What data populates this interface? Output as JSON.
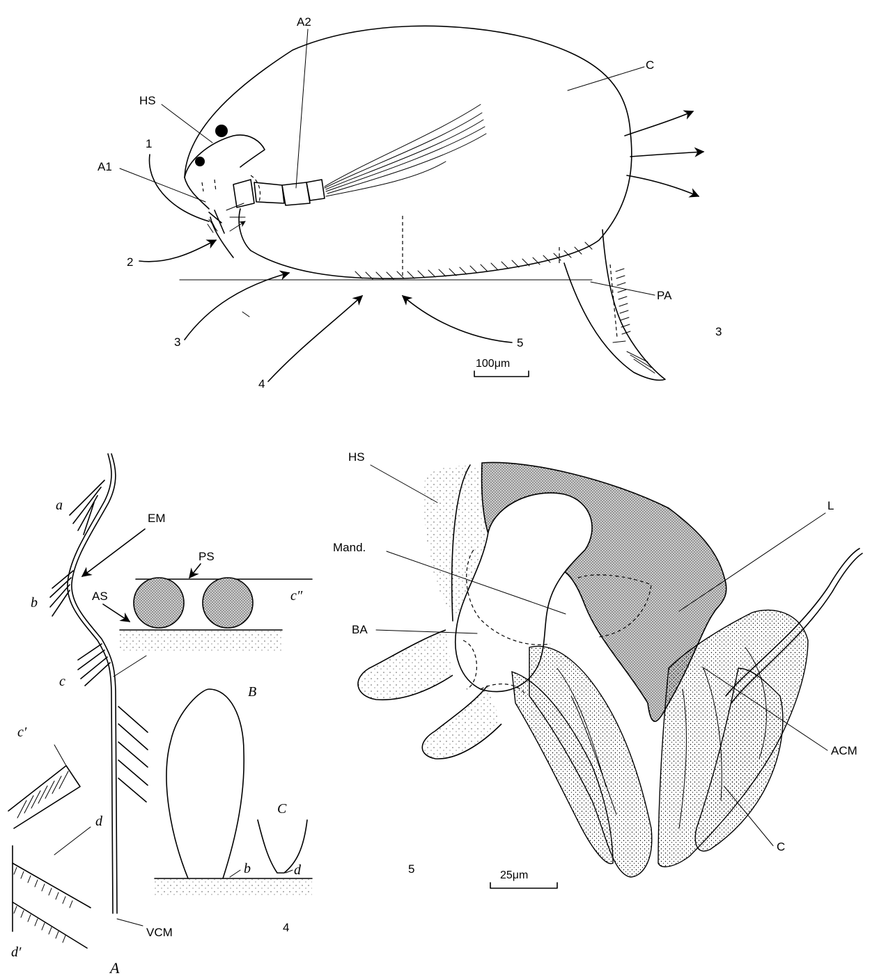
{
  "figure3": {
    "number": "3",
    "labels": {
      "hs": "HS",
      "a2": "A2",
      "c": "C",
      "one": "1",
      "a1": "A1",
      "two": "2",
      "three": "3",
      "four": "4",
      "five": "5",
      "pa": "PA"
    },
    "scale_bar": "100μm"
  },
  "figure4": {
    "number": "4",
    "labels": {
      "a": "a",
      "em": "EM",
      "b": "b",
      "ps": "PS",
      "as": "AS",
      "c_dprime": "c″",
      "c": "c",
      "c_prime": "c′",
      "d": "d",
      "d_prime": "d′",
      "big_a": "A",
      "vcm": "VCM",
      "big_b": "B",
      "big_c": "C",
      "small_b": "b",
      "small_d": "d"
    }
  },
  "figure5": {
    "number": "5",
    "labels": {
      "hs": "HS",
      "mand": "Mand.",
      "ba": "BA",
      "l": "L",
      "acm": "ACM",
      "c": "C"
    },
    "scale_bar": "25μm"
  }
}
